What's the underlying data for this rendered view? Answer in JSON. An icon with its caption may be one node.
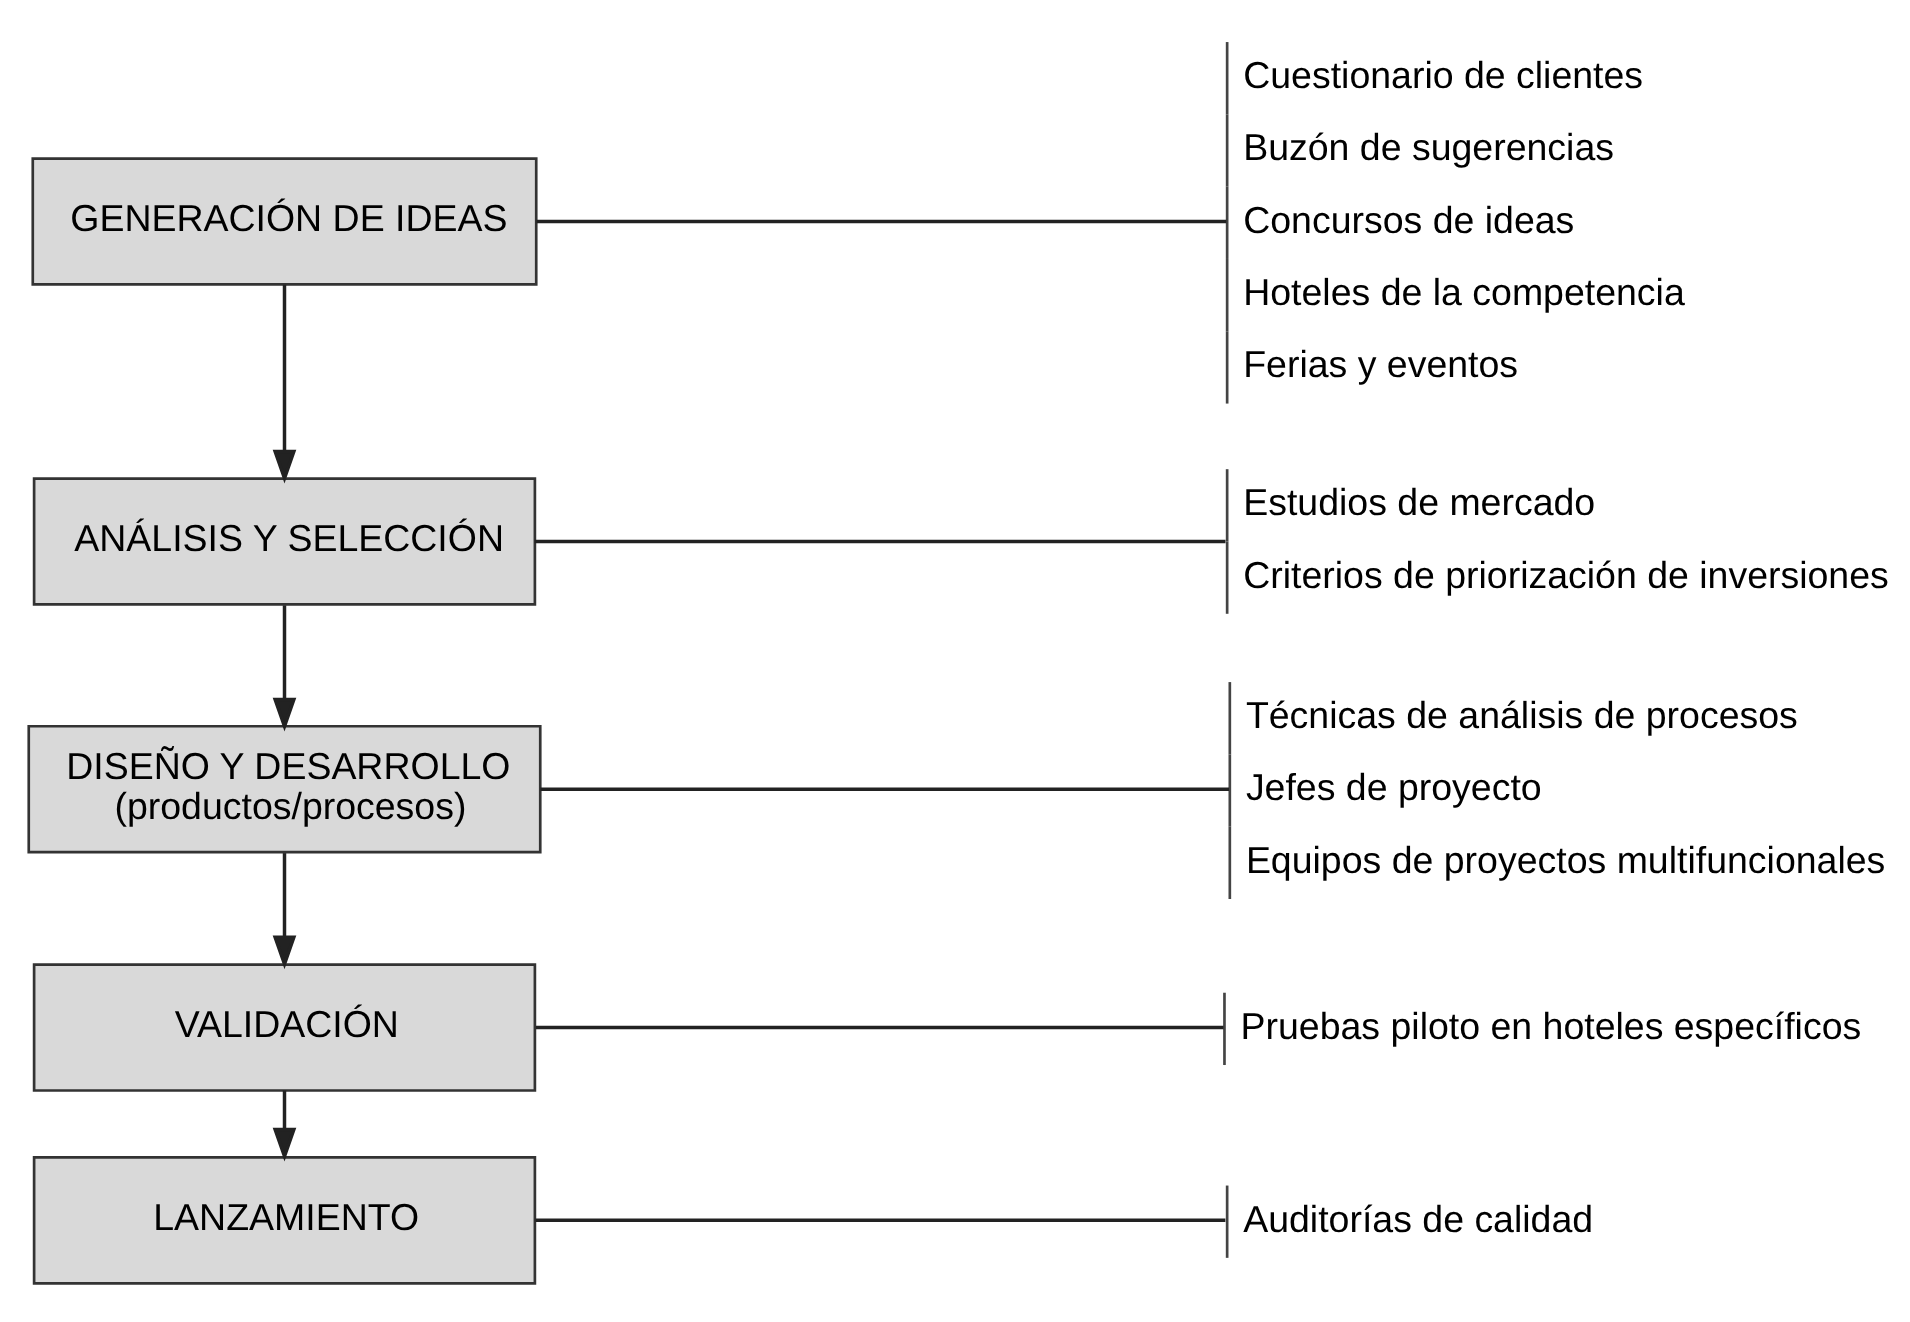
{
  "diagram": {
    "nodes": [
      {
        "text": [
          "GENERACIÓN DE IDEAS"
        ]
      },
      {
        "text": [
          "Cuestionario de clientes",
          "Buzón de sugerencias",
          "Concursos de ideas",
          "Hoteles de la competencia",
          "Ferias y eventos"
        ]
      },
      {
        "text": [
          "ANÁLISIS Y SELECCIÓN"
        ]
      },
      {
        "text": [
          "Estudios de mercado",
          "Criterios de priorización de inversiones"
        ]
      },
      {
        "text": [
          "DISEÑO Y DESARROLLO",
          "(productos/procesos)"
        ]
      },
      {
        "text": [
          "Técnicas de análisis de procesos",
          "Jefes de proyecto",
          "Equipos de proyectos multifuncionales"
        ]
      },
      {
        "text": [
          "VALIDACIÓN"
        ]
      },
      {
        "text": [
          "Pruebas piloto en hoteles específicos"
        ]
      },
      {
        "text": [
          "LANZAMIENTO"
        ]
      },
      {
        "text": [
          "Auditorías de calidad"
        ]
      }
    ],
    "edges": [
      {
        "from": 0,
        "to": 1,
        "arrow": "none"
      },
      {
        "from": 0,
        "to": 2,
        "arrow": "to"
      },
      {
        "from": 2,
        "to": 3,
        "arrow": "none"
      },
      {
        "from": 2,
        "to": 4,
        "arrow": "to"
      },
      {
        "from": 4,
        "to": 5,
        "arrow": "none"
      },
      {
        "from": 4,
        "to": 6,
        "arrow": "to"
      },
      {
        "from": 6,
        "to": 7,
        "arrow": "none"
      },
      {
        "from": 6,
        "to": 8,
        "arrow": "to"
      },
      {
        "from": 8,
        "to": 9,
        "arrow": "none"
      }
    ]
  }
}
